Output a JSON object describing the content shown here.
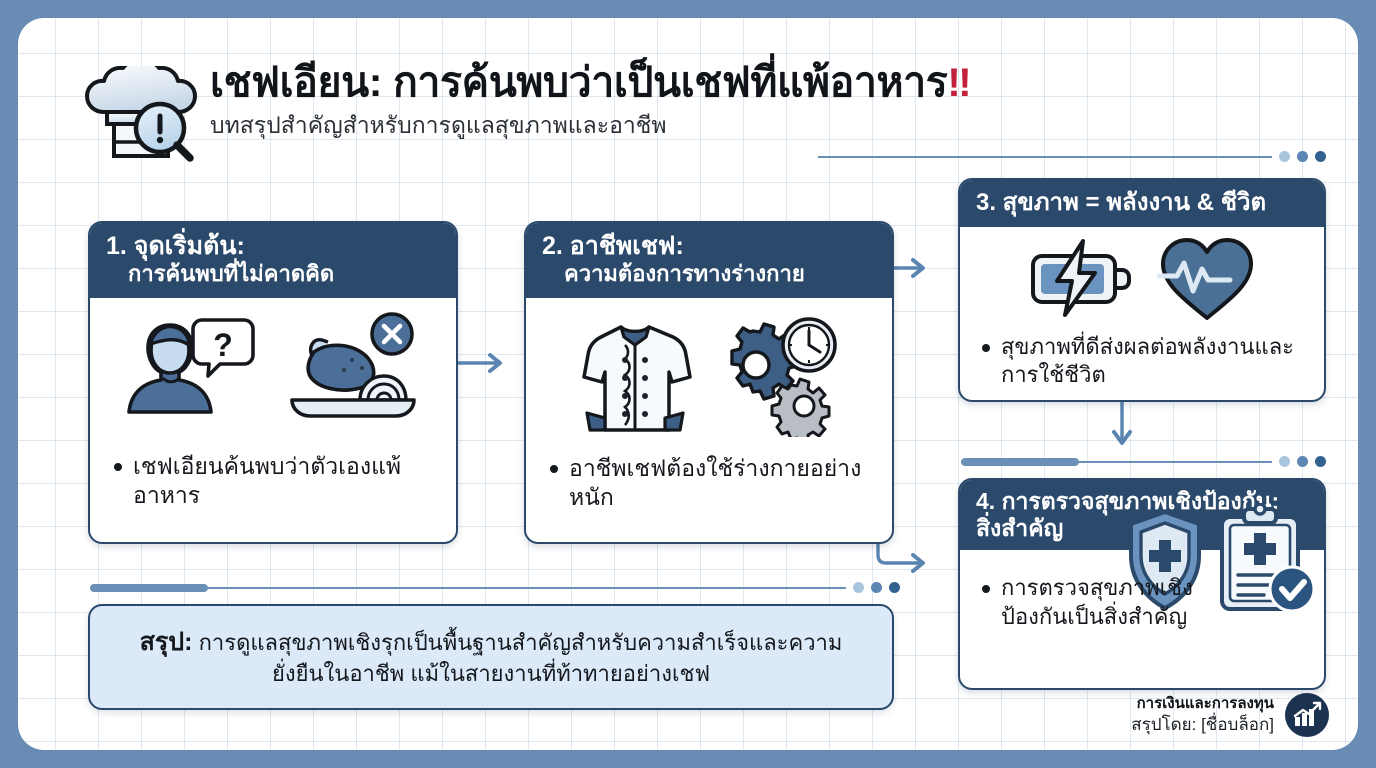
{
  "theme": {
    "outer_border": "#6a8cb4",
    "navy": "#2b4a6b",
    "accent_line": "#6b90b8",
    "summary_fill": "#dbe9f9",
    "bang_red": "#c2203b",
    "text": "#15181d"
  },
  "header": {
    "icon": "chef-hat-magnifier-alert-icon",
    "title": "เชฟเอียน: การค้นพบว่าเป็นเชฟที่แพ้อาหาร",
    "title_bang": "‼",
    "subtitle": "บทสรุปสำคัญสำหรับการดูแลสุขภาพและอาชีพ"
  },
  "cards": [
    {
      "number": "1.",
      "heading_line1": "1. จุดเริ่มต้น:",
      "heading_line2": "การค้นพบที่ไม่คาดคิด",
      "icons": [
        "person-question-icon",
        "food-no-entry-icon"
      ],
      "bullet": "เชฟเอียนค้นพบว่าตัวเองแพ้อาหาร"
    },
    {
      "number": "2.",
      "heading_line1": "2. อาชีพเชฟ:",
      "heading_line2": "ความต้องการทางร่างกาย",
      "icons": [
        "chef-jacket-icon",
        "gears-clock-icon"
      ],
      "bullet": "อาชีพเชฟต้องใช้ร่างกายอย่างหนัก"
    },
    {
      "number": "3.",
      "heading_line1": "3. สุขภาพ = พลังงาน & ชีวิต",
      "heading_line2": "",
      "icons": [
        "battery-charge-icon",
        "heart-pulse-icon"
      ],
      "bullet": "สุขภาพที่ดีส่งผลต่อพลังงานและการใช้ชีวิต"
    },
    {
      "number": "4.",
      "heading_line1": "4. การตรวจสุขภาพเชิงป้องกัน:",
      "heading_line2": "สิ่งสำคัญ",
      "icons": [
        "shield-medical-cross-icon",
        "clipboard-check-icon"
      ],
      "bullet": "การตรวจสุขภาพเชิงป้องกันเป็นสิ่งสำคัญ"
    }
  ],
  "summary": {
    "label": "สรุป:",
    "body": " การดูแลสุขภาพเชิงรุกเป็นพื้นฐานสำคัญสำหรับความสำเร็จและความยั่งยืนในอาชีพ แม้ในสายงานที่ท้าทายอย่างเชฟ"
  },
  "footer": {
    "brand": "การเงินและการลงทุน",
    "credit": "สรุปโดย: [ชื่อบล็อก]",
    "logo": "growth-chart-arrow-logo"
  }
}
